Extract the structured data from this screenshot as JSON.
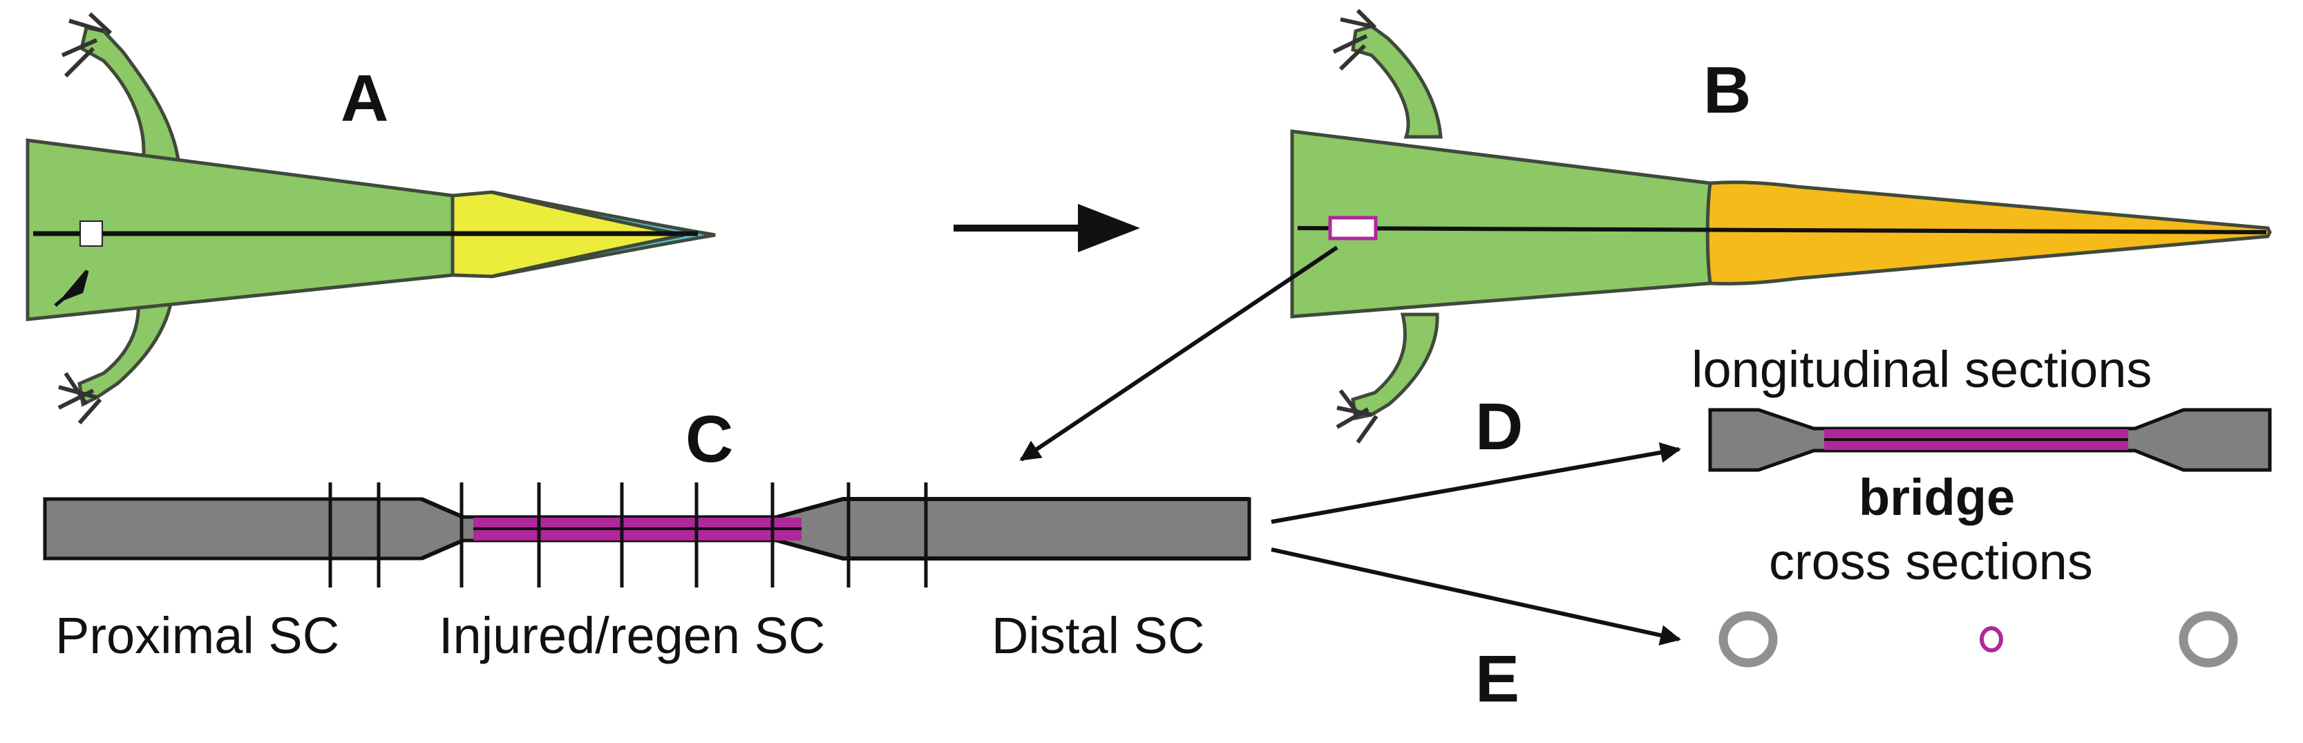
{
  "panels": {
    "a": "A",
    "b": "B",
    "c": "C",
    "d": "D",
    "e": "E"
  },
  "cord_labels": {
    "proximal": "Proximal SC",
    "injured": "Injured/regen SC",
    "distal": "Distal SC"
  },
  "sections": {
    "longitudinal": "longitudinal sections",
    "bridge": "bridge",
    "cross": "cross sections"
  },
  "colors": {
    "body": "#8cc866",
    "outline": "#3f4a3a",
    "tail_yellow": "#ecec3a",
    "tail_cyan": "#55c6da",
    "tail_orange": "#f4bb1a",
    "cord_gray": "#808080",
    "bridge_magenta": "#b0279c",
    "lesion_white": "#ffffff",
    "arrow": "#111111"
  }
}
